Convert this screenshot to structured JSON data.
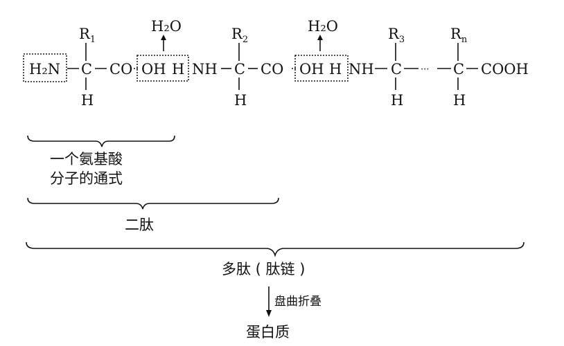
{
  "formula": {
    "amino_group": "H₂N",
    "carbon": "C",
    "hydrogen": "H",
    "carbonyl": "CO",
    "hydroxyl": "OH",
    "amide_h": "H",
    "imino": "NH",
    "carboxyl": "COOH",
    "ellipsis": "···",
    "water": "H₂O",
    "r_main": "R",
    "r1_sub": "1",
    "r2_sub": "2",
    "r3_sub": "3",
    "rn_sub": "n",
    "dash": "—"
  },
  "labels": {
    "amino_acid_line1": "一个氨基酸",
    "amino_acid_line2": "分子的通式",
    "dipeptide": "二肽",
    "polypeptide": "多肽 ( 肽链 )",
    "folding": "盘曲折叠",
    "protein": "蛋白质"
  }
}
